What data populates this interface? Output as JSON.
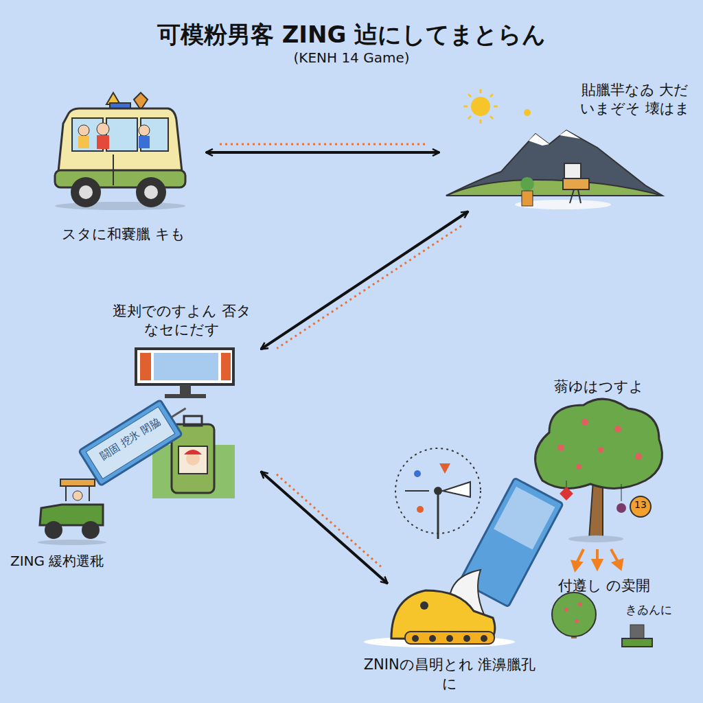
{
  "diagram": {
    "title": "可模粉男客 ZING 迠にしてまとらん",
    "nodes": [
      {
        "text": [
          "スタに和嚢臘 キも"
        ]
      },
      {
        "text": [
          "貼臘羋なゐ 大だいまぞそ 壊はま"
        ]
      },
      {
        "text": [
          "逛刔でのすよん 否タなセにだす"
        ]
      },
      {
        "text": [
          "ZNINの昌明とれ 淮濞臘孔に"
        ]
      }
    ],
    "edges": [
      {
        "from": 0,
        "to": 1,
        "arrow": "both"
      },
      {
        "from": 1,
        "to": 2,
        "arrow": "both"
      },
      {
        "from": 2,
        "to": 3,
        "arrow": "both"
      }
    ],
    "labels": [
      "(KENH 14 Game)",
      "闘固 挖氷 閉脇",
      "ZING 緩杓選秕",
      "蓊ゆはつすよ",
      "13",
      "付遵し の卖開",
      "きゐんに"
    ]
  }
}
